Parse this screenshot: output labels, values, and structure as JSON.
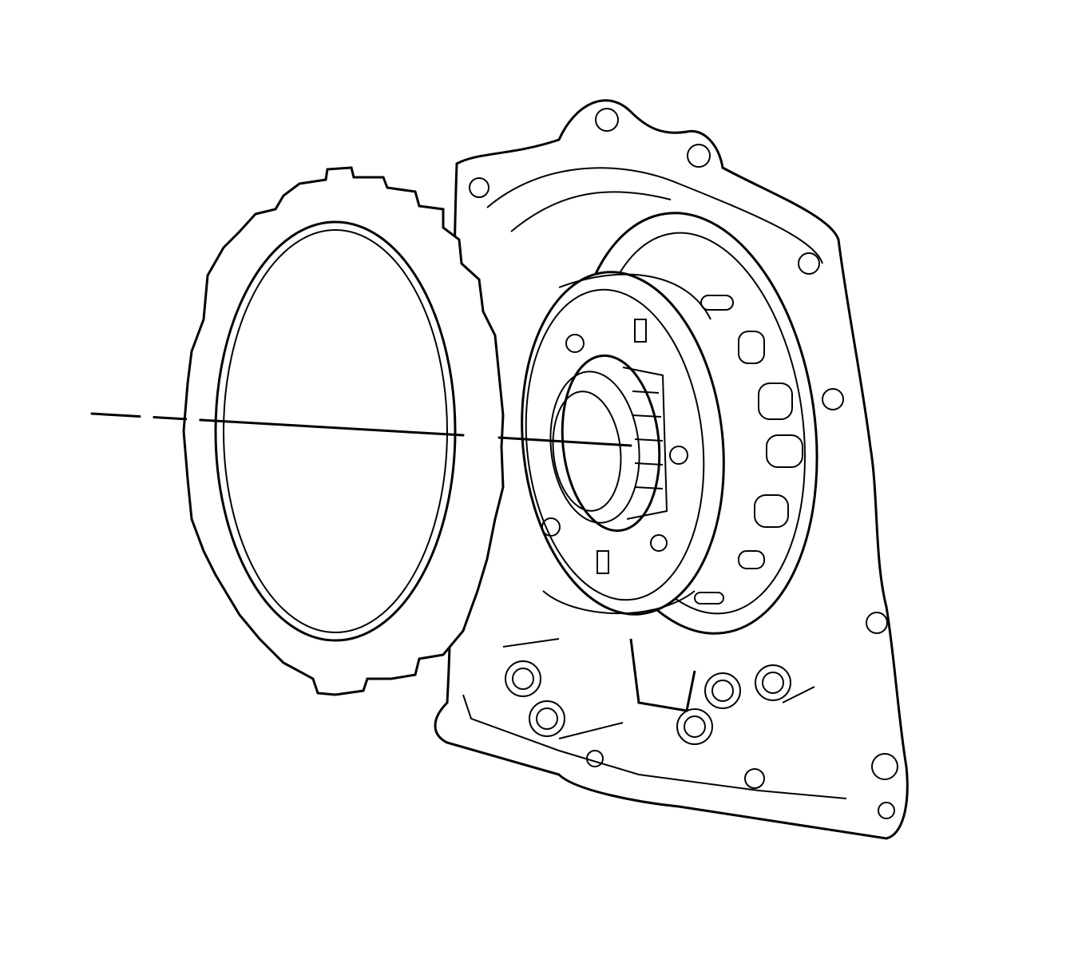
{
  "diagram": {
    "components": [
      "clutch-plate",
      "clutch-housing",
      "hub",
      "case-cover"
    ],
    "colors": {
      "line": "#000000",
      "background": "#ffffff"
    }
  }
}
